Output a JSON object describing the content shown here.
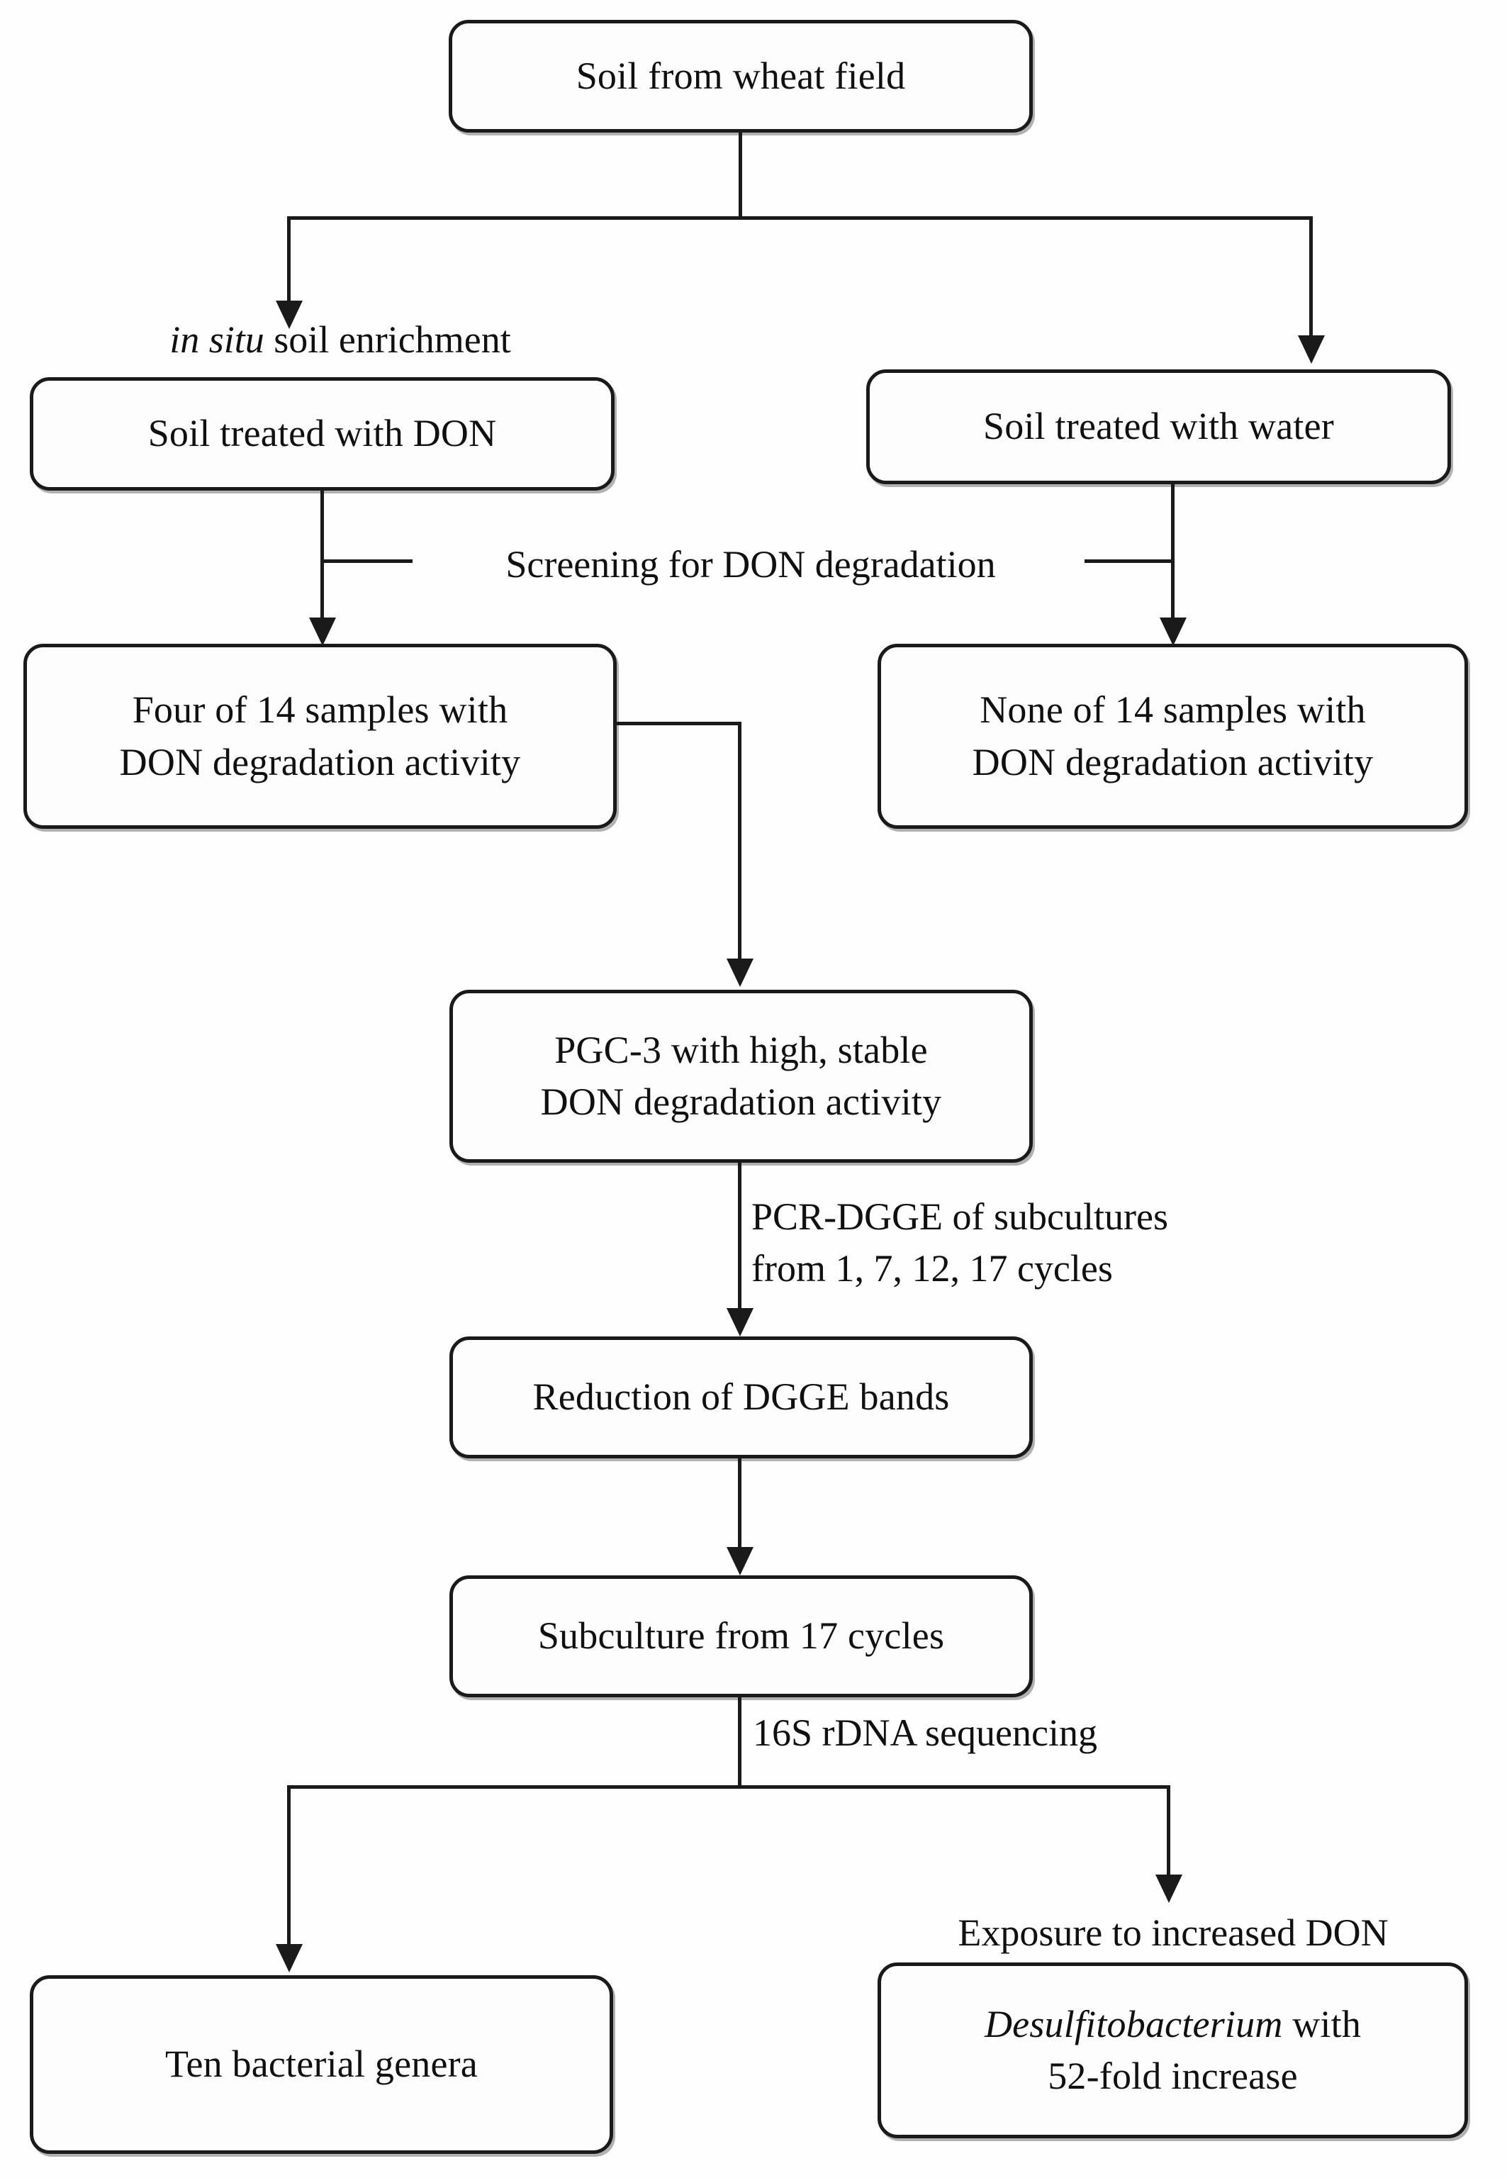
{
  "diagram": {
    "title": "DON degradation experimental workflow flowchart",
    "background_color": "#fefefe",
    "line_color": "#1a1a1a",
    "text_color": "#101010",
    "nodes": [
      {
        "id": "n1",
        "label": "Soil from wheat field"
      },
      {
        "id": "n2",
        "label": "Soil treated with DON"
      },
      {
        "id": "n3",
        "label": "Soil treated with water"
      },
      {
        "id": "n4a",
        "label": "Four of 14 samples with"
      },
      {
        "id": "n4b",
        "label": "DON degradation activity"
      },
      {
        "id": "n5a",
        "label": "None of 14 samples with"
      },
      {
        "id": "n5b",
        "label": "DON degradation activity"
      },
      {
        "id": "n6a",
        "label": "PGC-3 with high, stable"
      },
      {
        "id": "n6b",
        "label": "DON degradation activity"
      },
      {
        "id": "n7",
        "label": "Reduction of DGGE bands"
      },
      {
        "id": "n8",
        "label": "Subculture from 17 cycles"
      },
      {
        "id": "n9",
        "label": "Ten bacterial genera"
      },
      {
        "id": "n10a_italic",
        "label": "Desulfitobacterium"
      },
      {
        "id": "n10a_rest",
        "label": " with"
      },
      {
        "id": "n10b",
        "label": "52-fold increase"
      }
    ],
    "edge_labels": {
      "in_situ_italic": "in situ",
      "in_situ_rest": " soil enrichment",
      "screening": "Screening for DON degradation",
      "pcr_dgge_line1": "PCR-DGGE of subcultures",
      "pcr_dgge_line2": "from 1, 7, 12, 17 cycles",
      "sequencing": "16S rDNA sequencing",
      "exposure": "Exposure to increased DON"
    }
  }
}
